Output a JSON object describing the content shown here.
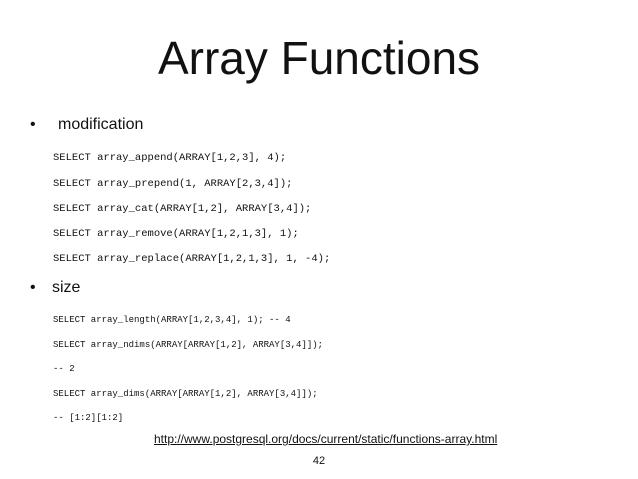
{
  "slide": {
    "title": "Array Functions",
    "sections": [
      {
        "bullet": "•",
        "label": "modification",
        "code": [
          "SELECT array_append(ARRAY[1,2,3], 4);",
          "SELECT array_prepend(1, ARRAY[2,3,4]);",
          "SELECT array_cat(ARRAY[1,2], ARRAY[3,4]);",
          "SELECT array_remove(ARRAY[1,2,1,3], 1);",
          "SELECT array_replace(ARRAY[1,2,1,3], 1, -4);"
        ]
      },
      {
        "bullet": "•",
        "label": "size",
        "code": [
          "SELECT array_length(ARRAY[1,2,3,4], 1); -- 4",
          "SELECT array_ndims(ARRAY[ARRAY[1,2], ARRAY[3,4]]);",
          "-- 2",
          "SELECT array_dims(ARRAY[ARRAY[1,2], ARRAY[3,4]]);",
          "-- [1:2][1:2]"
        ]
      }
    ],
    "link": "http://www.postgresql.org/docs/current/static/functions-array.html",
    "page_number": "42"
  }
}
